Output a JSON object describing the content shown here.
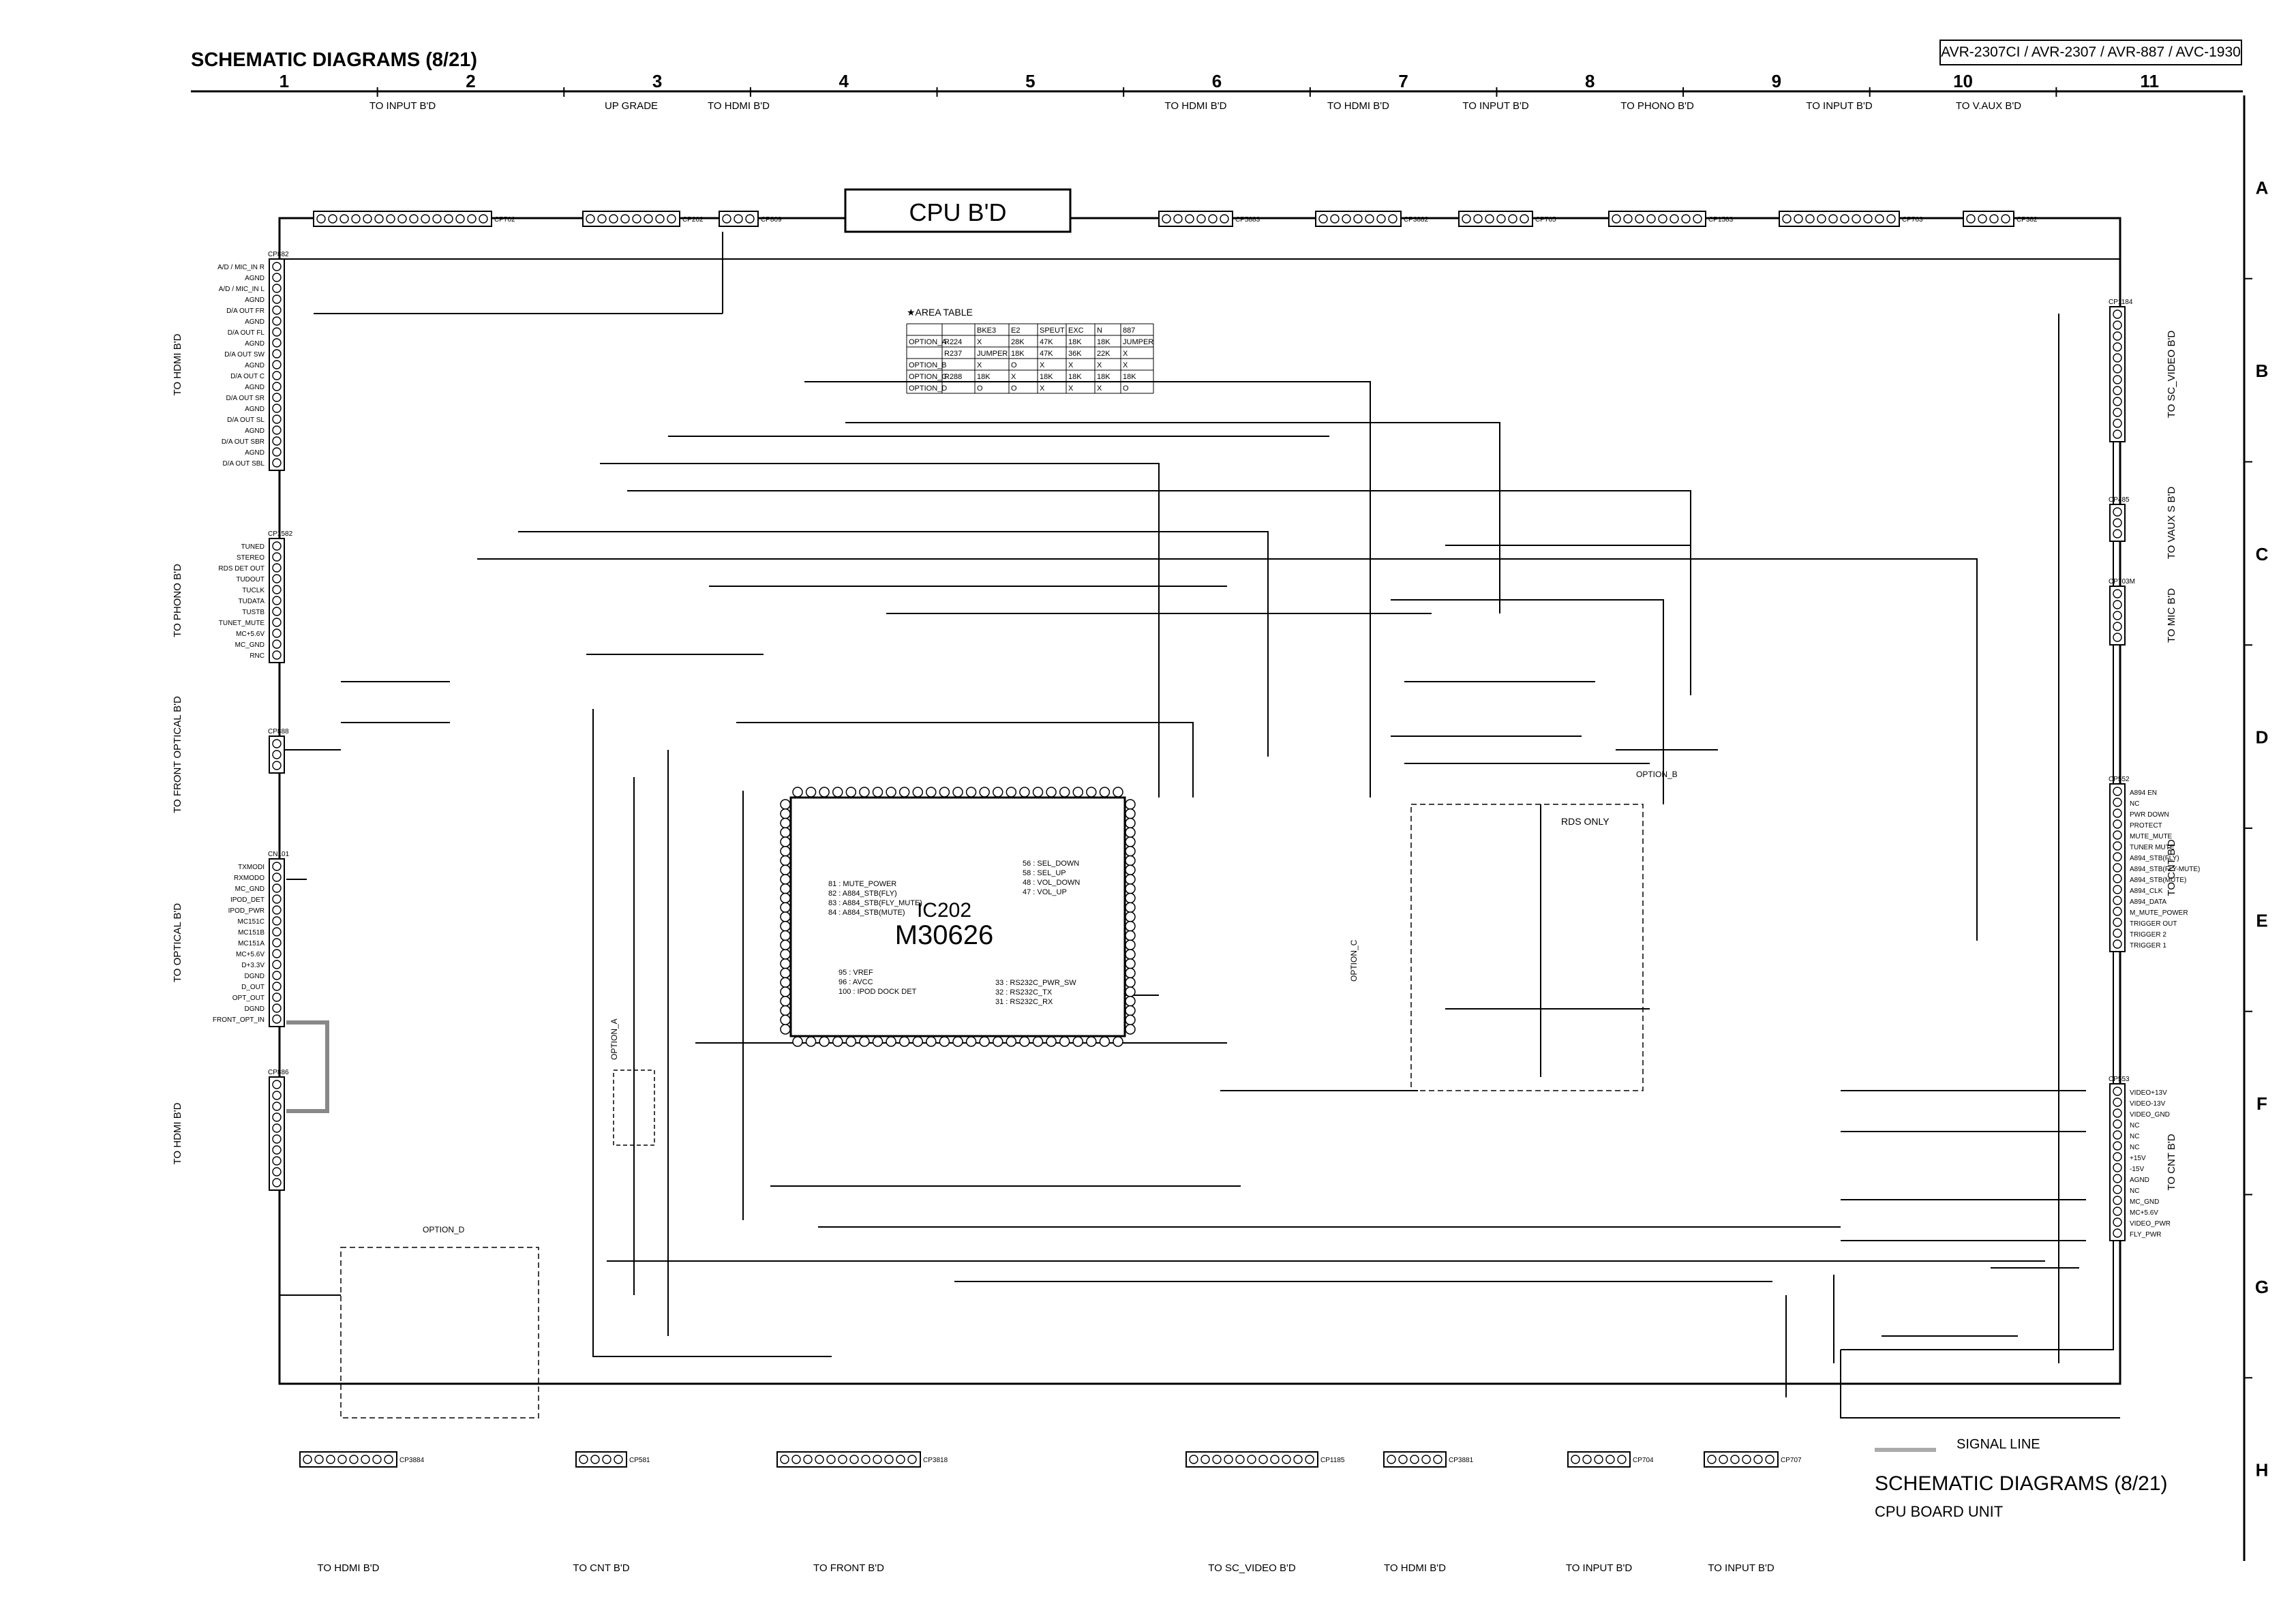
{
  "header": {
    "title": "SCHEMATIC DIAGRAMS (8/21)",
    "models": "AVR-2307CI / AVR-2307 / AVR-887 / AVC-1930"
  },
  "grid": {
    "columns": [
      "1",
      "2",
      "3",
      "4",
      "5",
      "6",
      "7",
      "8",
      "9",
      "10",
      "11"
    ],
    "rows": [
      "A",
      "B",
      "C",
      "D",
      "E",
      "F",
      "G",
      "H"
    ]
  },
  "blocks": {
    "cpu_board": "CPU B'D",
    "ic_ref": "IC202",
    "ic_part": "M30626",
    "area_table_title": "★AREA TABLE",
    "rds_only": "RDS ONLY",
    "option_b": "OPTION_B",
    "option_a": "OPTION_A",
    "option_c": "OPTION_C",
    "option_d": "OPTION_D"
  },
  "area_table": {
    "headers": [
      "",
      "",
      "BKE3",
      "E2",
      "SPEUT",
      "EXC",
      "N",
      "887"
    ],
    "rows": [
      [
        "OPTION_A",
        "R224",
        "X",
        "28K",
        "47K",
        "18K",
        "18K",
        "JUMPER"
      ],
      [
        "",
        "R237",
        "JUMPER",
        "18K",
        "47K",
        "36K",
        "22K",
        "X"
      ],
      [
        "OPTION_B",
        "",
        "X",
        "O",
        "X",
        "X",
        "X",
        "X"
      ],
      [
        "OPTION_C",
        "R288",
        "18K",
        "X",
        "18K",
        "18K",
        "18K",
        "18K"
      ],
      [
        "OPTION_D",
        "",
        "O",
        "O",
        "X",
        "X",
        "X",
        "O"
      ]
    ]
  },
  "connectors_top": [
    {
      "label": "TO INPUT B'D",
      "ref": "CP702"
    },
    {
      "label": "UP GRADE",
      "ref": "CP202"
    },
    {
      "label": "TO HDMI B'D",
      "ref": "CP809"
    },
    {
      "label": "TO HDMI B'D",
      "ref": "CP5883"
    },
    {
      "label": "TO HDMI B'D",
      "ref": "CP3882"
    },
    {
      "label": "TO INPUT B'D",
      "ref": "CP705"
    },
    {
      "label": "TO PHONO B'D",
      "ref": "CP1583"
    },
    {
      "label": "TO INPUT B'D",
      "ref": "CP703"
    },
    {
      "label": "TO V.AUX B'D",
      "ref": "CP382"
    }
  ],
  "connectors_left": [
    {
      "label": "TO HDMI B'D",
      "ref": "CP882"
    },
    {
      "label": "TO PHONO B'D",
      "ref": "CP1582"
    },
    {
      "label": "TO FRONT OPTICAL B'D",
      "ref": "CP888"
    },
    {
      "label": "TO OPTICAL B'D",
      "ref": "CN101"
    },
    {
      "label": "TO HDMI B'D",
      "ref": "CP886"
    }
  ],
  "connectors_right": [
    {
      "label": "TO SC_VIDEO B'D",
      "ref": "CP1184"
    },
    {
      "label": "TO VAUX S B'D",
      "ref": "CP485"
    },
    {
      "label": "TO MIC B'D",
      "ref": "CP703M"
    },
    {
      "label": "TO CNT B'D",
      "ref": "CP552"
    },
    {
      "label": "TO CNT B'D",
      "ref": "CP553"
    }
  ],
  "connectors_bottom": [
    {
      "label": "TO HDMI B'D",
      "ref": "CP3884"
    },
    {
      "label": "TO CNT B'D",
      "ref": "CP581"
    },
    {
      "label": "TO FRONT B'D",
      "ref": "CP3818"
    },
    {
      "label": "TO SC_VIDEO B'D",
      "ref": "CP1185"
    },
    {
      "label": "TO HDMI B'D",
      "ref": "CP3881"
    },
    {
      "label": "TO INPUT B'D",
      "ref": "CP704"
    },
    {
      "label": "TO INPUT B'D",
      "ref": "CP707"
    }
  ],
  "pins_left_hdmi": [
    "A/D / MIC_IN R",
    "AGND",
    "A/D / MIC_IN L",
    "AGND",
    "D/A OUT FR",
    "AGND",
    "D/A OUT FL",
    "AGND",
    "D/A OUT SW",
    "AGND",
    "D/A OUT C",
    "AGND",
    "D/A OUT SR",
    "AGND",
    "D/A OUT SL",
    "AGND",
    "D/A OUT SBR",
    "AGND",
    "D/A OUT SBL"
  ],
  "pins_left_phono": [
    "TUNED",
    "STEREO",
    "RDS DET OUT",
    "TUDOUT",
    "TUCLK",
    "TUDATA",
    "TUSTB",
    "TUNET_MUTE",
    "MC+5.6V",
    "MC_GND",
    "RNC"
  ],
  "pins_left_optical": [
    "TXMODI",
    "RXMODO",
    "MC_GND",
    "IPOD_DET",
    "IPOD_PWR",
    "MC151C",
    "MC151B",
    "MC151A",
    "MC+5.6V",
    "D+3.3V",
    "DGND",
    "D_OUT",
    "OPT_OUT",
    "DGND",
    "FRONT_OPT_IN"
  ],
  "pins_right_cnt": [
    "A894 EN",
    "NC",
    "PWR DOWN",
    "PROTECT",
    "MUTE_MUTE",
    "TUNER MUTE",
    "A894_STB(FLY)",
    "A894_STB(FLY-MUTE)",
    "A894_STB(MUTE)",
    "A894_CLK",
    "A894_DATA",
    "M_MUTE_POWER",
    "TRIGGER OUT",
    "TRIGGER 2",
    "TRIGGER 1"
  ],
  "pins_right_cnt2": [
    "VIDEO+13V",
    "VIDEO-13V",
    "VIDEO_GND",
    "NC",
    "NC",
    "NC",
    "+15V",
    "-15V",
    "AGND",
    "NC",
    "MC_GND",
    "MC+5.6V",
    "VIDEO_PWR",
    "FLY_PWR"
  ],
  "ic_notes_left": [
    "81 : MUTE_POWER",
    "82 : A884_STB(FLY)",
    "83 : A884_STB(FLY_MUTE)",
    "84 : A884_STB(MUTE)"
  ],
  "ic_notes_right": [
    "56 : SEL_DOWN",
    "58 : SEL_UP",
    "48 : VOL_DOWN",
    "47 : VOL_UP"
  ],
  "ic_notes_bottom": [
    "95 : VREF",
    "96 : AVCC",
    "100 : IPOD DOCK DET"
  ],
  "ic_notes_bottom2": [
    "33 : RS232C_PWR_SW",
    "32 : RS232C_TX",
    "31 : RS232C_RX"
  ],
  "legend": {
    "signal_line": "SIGNAL LINE"
  },
  "footer": {
    "title": "SCHEMATIC DIAGRAMS (8/21)",
    "subtitle": "CPU BOARD UNIT"
  }
}
